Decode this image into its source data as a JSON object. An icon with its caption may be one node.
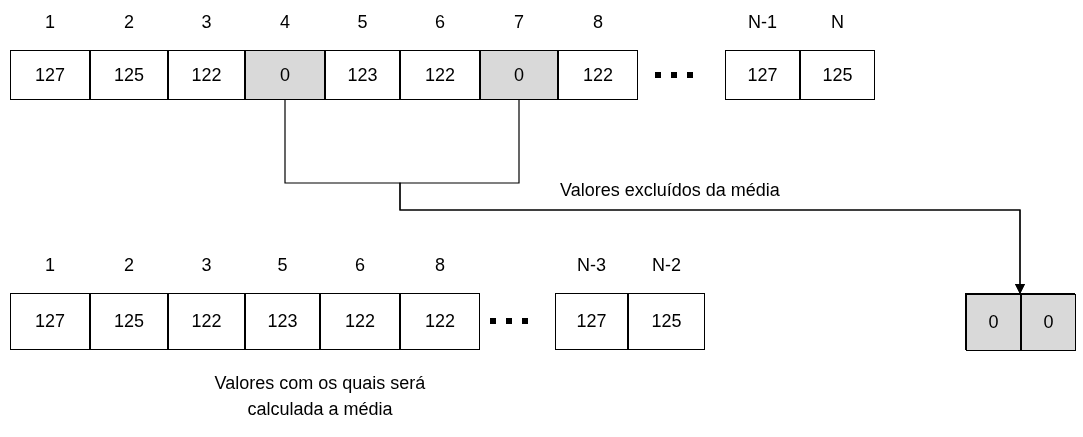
{
  "diagram": {
    "nodes": [
      {
        "text": [
          "127"
        ],
        "beside": [
          "1"
        ]
      },
      {
        "text": [
          "125"
        ],
        "beside": [
          "2"
        ]
      },
      {
        "text": [
          "122"
        ],
        "beside": [
          "3"
        ]
      },
      {
        "text": [
          "0"
        ],
        "beside": [
          "4"
        ]
      },
      {
        "text": [
          "123"
        ],
        "beside": [
          "5"
        ]
      },
      {
        "text": [
          "122"
        ],
        "beside": [
          "6"
        ]
      },
      {
        "text": [
          "0"
        ],
        "beside": [
          "7"
        ]
      },
      {
        "text": [
          "122"
        ],
        "beside": [
          "8"
        ]
      },
      {
        "text": [
          "127"
        ],
        "beside": [
          "N-1"
        ]
      },
      {
        "text": [
          "125"
        ],
        "beside": [
          "N"
        ]
      },
      {
        "text": [
          "127"
        ],
        "beside": [
          "1"
        ]
      },
      {
        "text": [
          "125"
        ],
        "beside": [
          "2"
        ]
      },
      {
        "text": [
          "122"
        ],
        "beside": [
          "3"
        ]
      },
      {
        "text": [
          "123"
        ],
        "beside": [
          "5"
        ]
      },
      {
        "text": [
          "122"
        ],
        "beside": [
          "6"
        ]
      },
      {
        "text": [
          "122"
        ],
        "beside": [
          "8"
        ]
      },
      {
        "text": [
          "127"
        ],
        "beside": [
          "N-3"
        ]
      },
      {
        "text": [
          "125"
        ],
        "beside": [
          "N-2"
        ]
      },
      {
        "text": [],
        "shape": "box"
      },
      {
        "text": [
          "0"
        ],
        "in": 18
      },
      {
        "text": [
          "0"
        ],
        "in": 18
      }
    ],
    "edges": [
      {
        "from": 3,
        "to": 18,
        "arrow": "to",
        "label": "Valores excluídos da média"
      },
      {
        "from": 6,
        "to": 18,
        "arrow": "to"
      }
    ],
    "labels": [
      "Valores com os quais será calculada a média"
    ]
  }
}
